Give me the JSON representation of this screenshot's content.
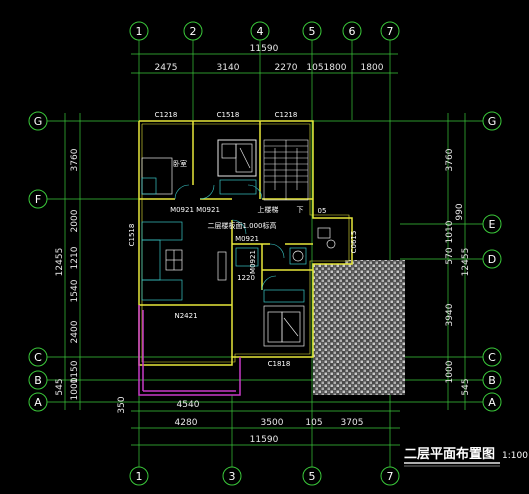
{
  "drawing": {
    "title": "二层平面布置图",
    "scale": "1:100"
  },
  "axes_top": [
    "1",
    "2",
    "4",
    "5",
    "6",
    "7"
  ],
  "axes_bottom": [
    "1",
    "3",
    "5",
    "7"
  ],
  "axes_left": [
    "G",
    "F",
    "C",
    "B",
    "A"
  ],
  "axes_right": [
    "G",
    "E",
    "D",
    "C",
    "B",
    "A"
  ],
  "dims_top": {
    "overall": "11590",
    "segments": [
      "2475",
      "3140",
      "2270",
      "105",
      "1800",
      "1800"
    ]
  },
  "dims_bottom": {
    "overall": "11590",
    "segments": [
      "4280",
      "3500",
      "105",
      "3705"
    ],
    "balcony": "4540",
    "balcony_depth": "350"
  },
  "dims_left": {
    "overall": "12455",
    "segments": [
      "3760",
      "2000",
      "1210",
      "1540",
      "2400",
      "1150",
      "1000",
      "545"
    ]
  },
  "dims_right": {
    "overall": "12455",
    "segments": [
      "3760",
      "990",
      "1010",
      "570",
      "3940",
      "1000",
      "545"
    ]
  },
  "room_labels": {
    "window_c1218_a": "C1218",
    "window_c1518_top": "C1518",
    "window_c1218_b": "C1218",
    "window_c1518_side": "C1518",
    "window_c1818": "C1818",
    "door_m0921_a": "M0921",
    "door_m0921_b": "M0921",
    "door_m0921_c": "M0921",
    "door_m0921_d": "M0921",
    "door_m2421": "N2421",
    "door_m1220": "1220",
    "bedroom": "卧室",
    "stair_up": "上",
    "stair_down": "下",
    "landing": "上楼梯",
    "roof_note": "二层楼板面1.000标高",
    "window_c0615": "C0615",
    "label_05": "05"
  },
  "colors": {
    "background": "#000000",
    "wall": "#e8e83a",
    "grid": "#3ac83a",
    "dim_line": "#3ac83a",
    "furniture": "#e8e8e8",
    "furniture_accent": "#3ac8c8",
    "balcony": "#c83ac8",
    "text": "#ffffff"
  }
}
